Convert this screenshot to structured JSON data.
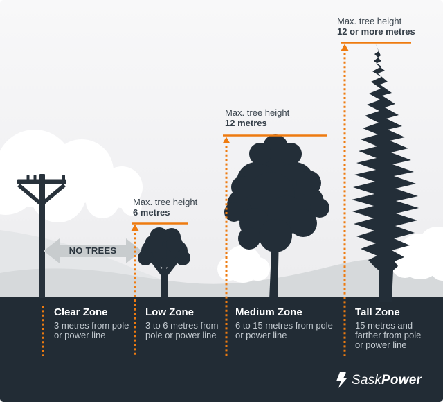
{
  "colors": {
    "accent_orange": "#ee7b10",
    "silhouette_dark": "#232e38",
    "bottom_band": "#222c35",
    "hill_gray": "#d6d9db",
    "arrow_gray": "#c8ccce"
  },
  "annotations": {
    "low": {
      "title": "Max. tree height",
      "value": "6 metres"
    },
    "medium": {
      "title": "Max. tree height",
      "value": "12 metres"
    },
    "tall": {
      "title": "Max. tree height",
      "value": "12 or more metres"
    }
  },
  "no_trees_label": "NO TREES",
  "zones": {
    "items": [
      {
        "title": "Clear Zone",
        "lines": [
          "3 metres from pole",
          "or power line"
        ]
      },
      {
        "title": "Low Zone",
        "lines": [
          "3 to 6 metres from",
          "pole or power line"
        ]
      },
      {
        "title": "Medium Zone",
        "lines": [
          "6 to 15 metres from pole",
          "or power line"
        ]
      },
      {
        "title": "Tall Zone",
        "lines": [
          "15 metres and",
          "farther from pole",
          "or power line"
        ]
      }
    ]
  },
  "logo": {
    "sask": "Sask",
    "power": "Power"
  }
}
